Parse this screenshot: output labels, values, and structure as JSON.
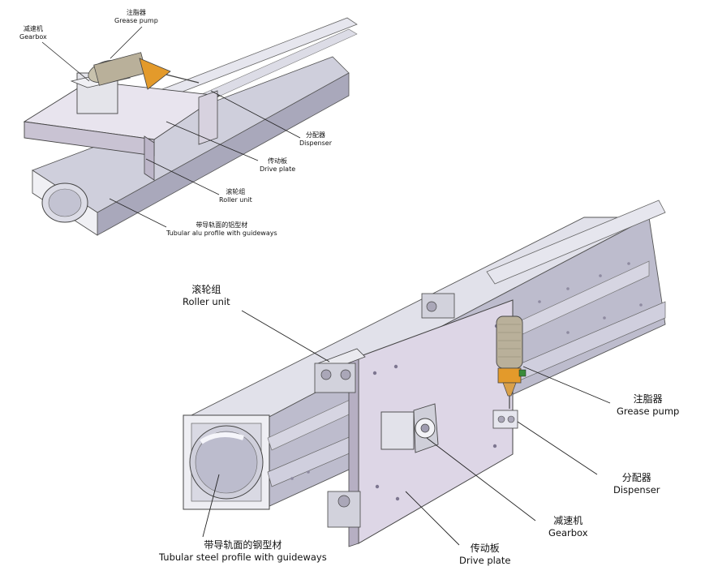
{
  "colors": {
    "profile_light": "#e4e4ec",
    "profile_mid": "#c9c8d8",
    "profile_dark": "#9e9cb0",
    "plate": "#ded8e6",
    "plate_dark": "#b6afc3",
    "rack": "#cfcfd9",
    "grease_body": "#b9b09a",
    "grease_nozzle": "#e39a2b",
    "leader": "#222222"
  },
  "diagram_top": {
    "labels": {
      "gearbox": {
        "zh": "减速机",
        "en": "Gearbox"
      },
      "grease_pump": {
        "zh": "注脂器",
        "en": "Grease pump"
      },
      "dispenser": {
        "zh": "分配器",
        "en": "Dispenser"
      },
      "drive_plate": {
        "zh": "传动板",
        "en": "Drive plate"
      },
      "roller_unit": {
        "zh": "滚轮组",
        "en": "Roller unit"
      },
      "profile": {
        "zh": "带导轨面的铝型材",
        "en": "Tubular alu profile with guideways"
      }
    }
  },
  "diagram_bottom": {
    "labels": {
      "roller_unit": {
        "zh": "滚轮组",
        "en": "Roller unit"
      },
      "grease_pump": {
        "zh": "注脂器",
        "en": "Grease pump"
      },
      "dispenser": {
        "zh": "分配器",
        "en": "Dispenser"
      },
      "gearbox": {
        "zh": "减速机",
        "en": "Gearbox"
      },
      "drive_plate": {
        "zh": "传动板",
        "en": "Drive plate"
      },
      "profile": {
        "zh": "带导轨面的钢型材",
        "en": "Tubular steel profile with guideways"
      }
    }
  }
}
